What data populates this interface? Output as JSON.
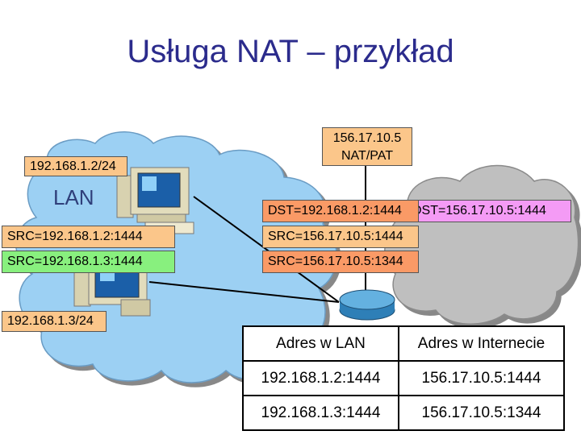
{
  "title": "Usługa NAT – przykład",
  "host1_ip": "192.168.1.2/24",
  "host2_ip": "192.168.1.3/24",
  "lan_label": "LAN",
  "nat": {
    "ip": "156.17.10.5",
    "mode": "NAT/PAT"
  },
  "packets": {
    "dst_lan": "DST=192.168.1.2:1444",
    "dst_wan": "DST=156.17.10.5:1444",
    "src_lan_1": "SRC=192.168.1.2:1444",
    "src_lan_2": "SRC=192.168.1.3:1444",
    "src_wan_1": "SRC=156.17.10.5:1444",
    "src_wan_2": "SRC=156.17.10.5:1344"
  },
  "table": {
    "headers": [
      "Adres w LAN",
      "Adres w Internecie"
    ],
    "rows": [
      [
        "192.168.1.2:1444",
        "156.17.10.5:1444"
      ],
      [
        "192.168.1.3:1444",
        "156.17.10.5:1344"
      ]
    ]
  },
  "colors": {
    "title": "#2b2b8c",
    "lan_cloud": "#9cd0f3",
    "internet_cloud": "#bfbfbf",
    "orange": "#fbc68a",
    "green": "#88f07e",
    "salmon": "#fa9a66",
    "pink": "#f49bf5"
  }
}
